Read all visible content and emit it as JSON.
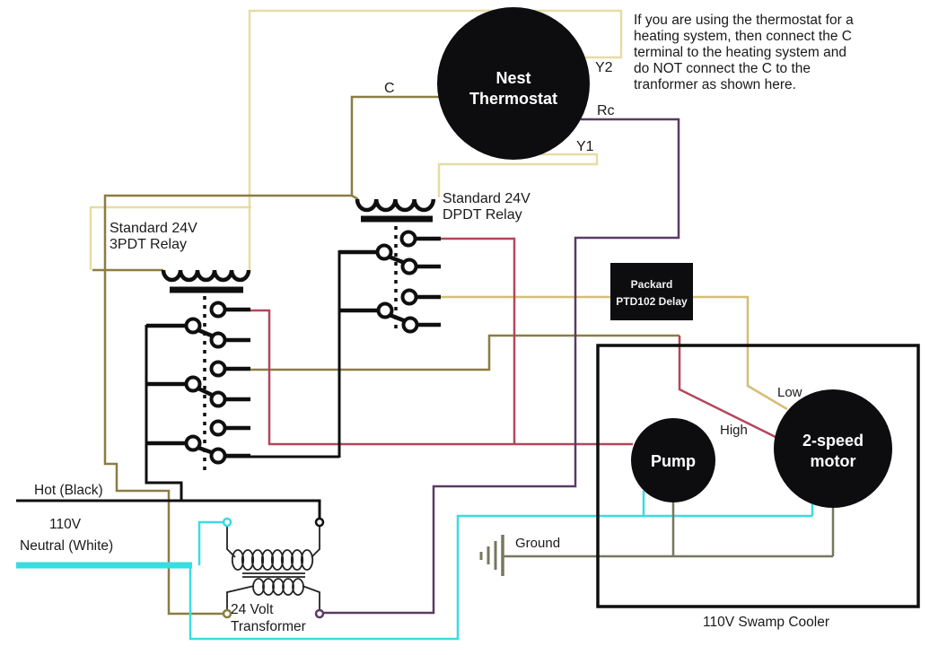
{
  "note": {
    "lines": [
      "If you are using the thermostat for a",
      "heating system, then connect the C",
      "terminal to the heating system and",
      "do NOT connect the C to the",
      "tranformer as shown here."
    ]
  },
  "thermostat": {
    "name_line1": "Nest",
    "name_line2": "Thermostat",
    "terminal_c": "C",
    "terminal_y2": "Y2",
    "terminal_rc": "Rc",
    "terminal_y1": "Y1"
  },
  "dpdt_relay": {
    "label_line1": "Standard 24V",
    "label_line2": "DPDT Relay"
  },
  "tpdt_relay": {
    "label_line1": "Standard 24V",
    "label_line2": "3PDT Relay"
  },
  "delay_module": {
    "label_line1": "Packard",
    "label_line2": "PTD102 Delay"
  },
  "supply": {
    "hot": "Hot (Black)",
    "voltage": "110V",
    "neutral": "Neutral (White)"
  },
  "transformer": {
    "label_line1": "24 Volt",
    "label_line2": "Transformer"
  },
  "cooler": {
    "label": "110V Swamp Cooler",
    "pump": "Pump",
    "motor_line1": "2-speed",
    "motor_line2": "motor",
    "low": "Low",
    "high": "High",
    "ground": "Ground"
  },
  "colors": {
    "pale_yellow": "#e5dda2",
    "gold": "#d6be74",
    "olive": "#8b7d42",
    "crimson": "#b4465a",
    "purple": "#5a3b64",
    "cyan": "#38dde2",
    "ground_gray": "#77775e",
    "wire_black": "#0f0f0f",
    "component_black": "#0d0d10"
  }
}
